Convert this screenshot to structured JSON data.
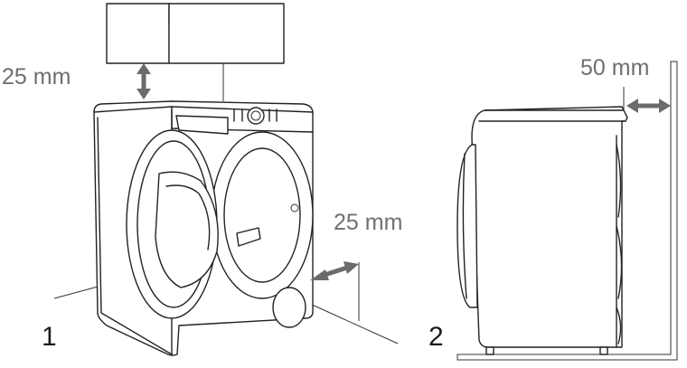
{
  "figure_1": {
    "number": "1",
    "top_clearance_label": "25 mm",
    "side_clearance_label": "25 mm"
  },
  "figure_2": {
    "number": "2",
    "rear_clearance_label": "50 mm"
  },
  "colors": {
    "line": "#222222",
    "arrow": "#6b6b6b",
    "label": "#6f6f6f"
  }
}
